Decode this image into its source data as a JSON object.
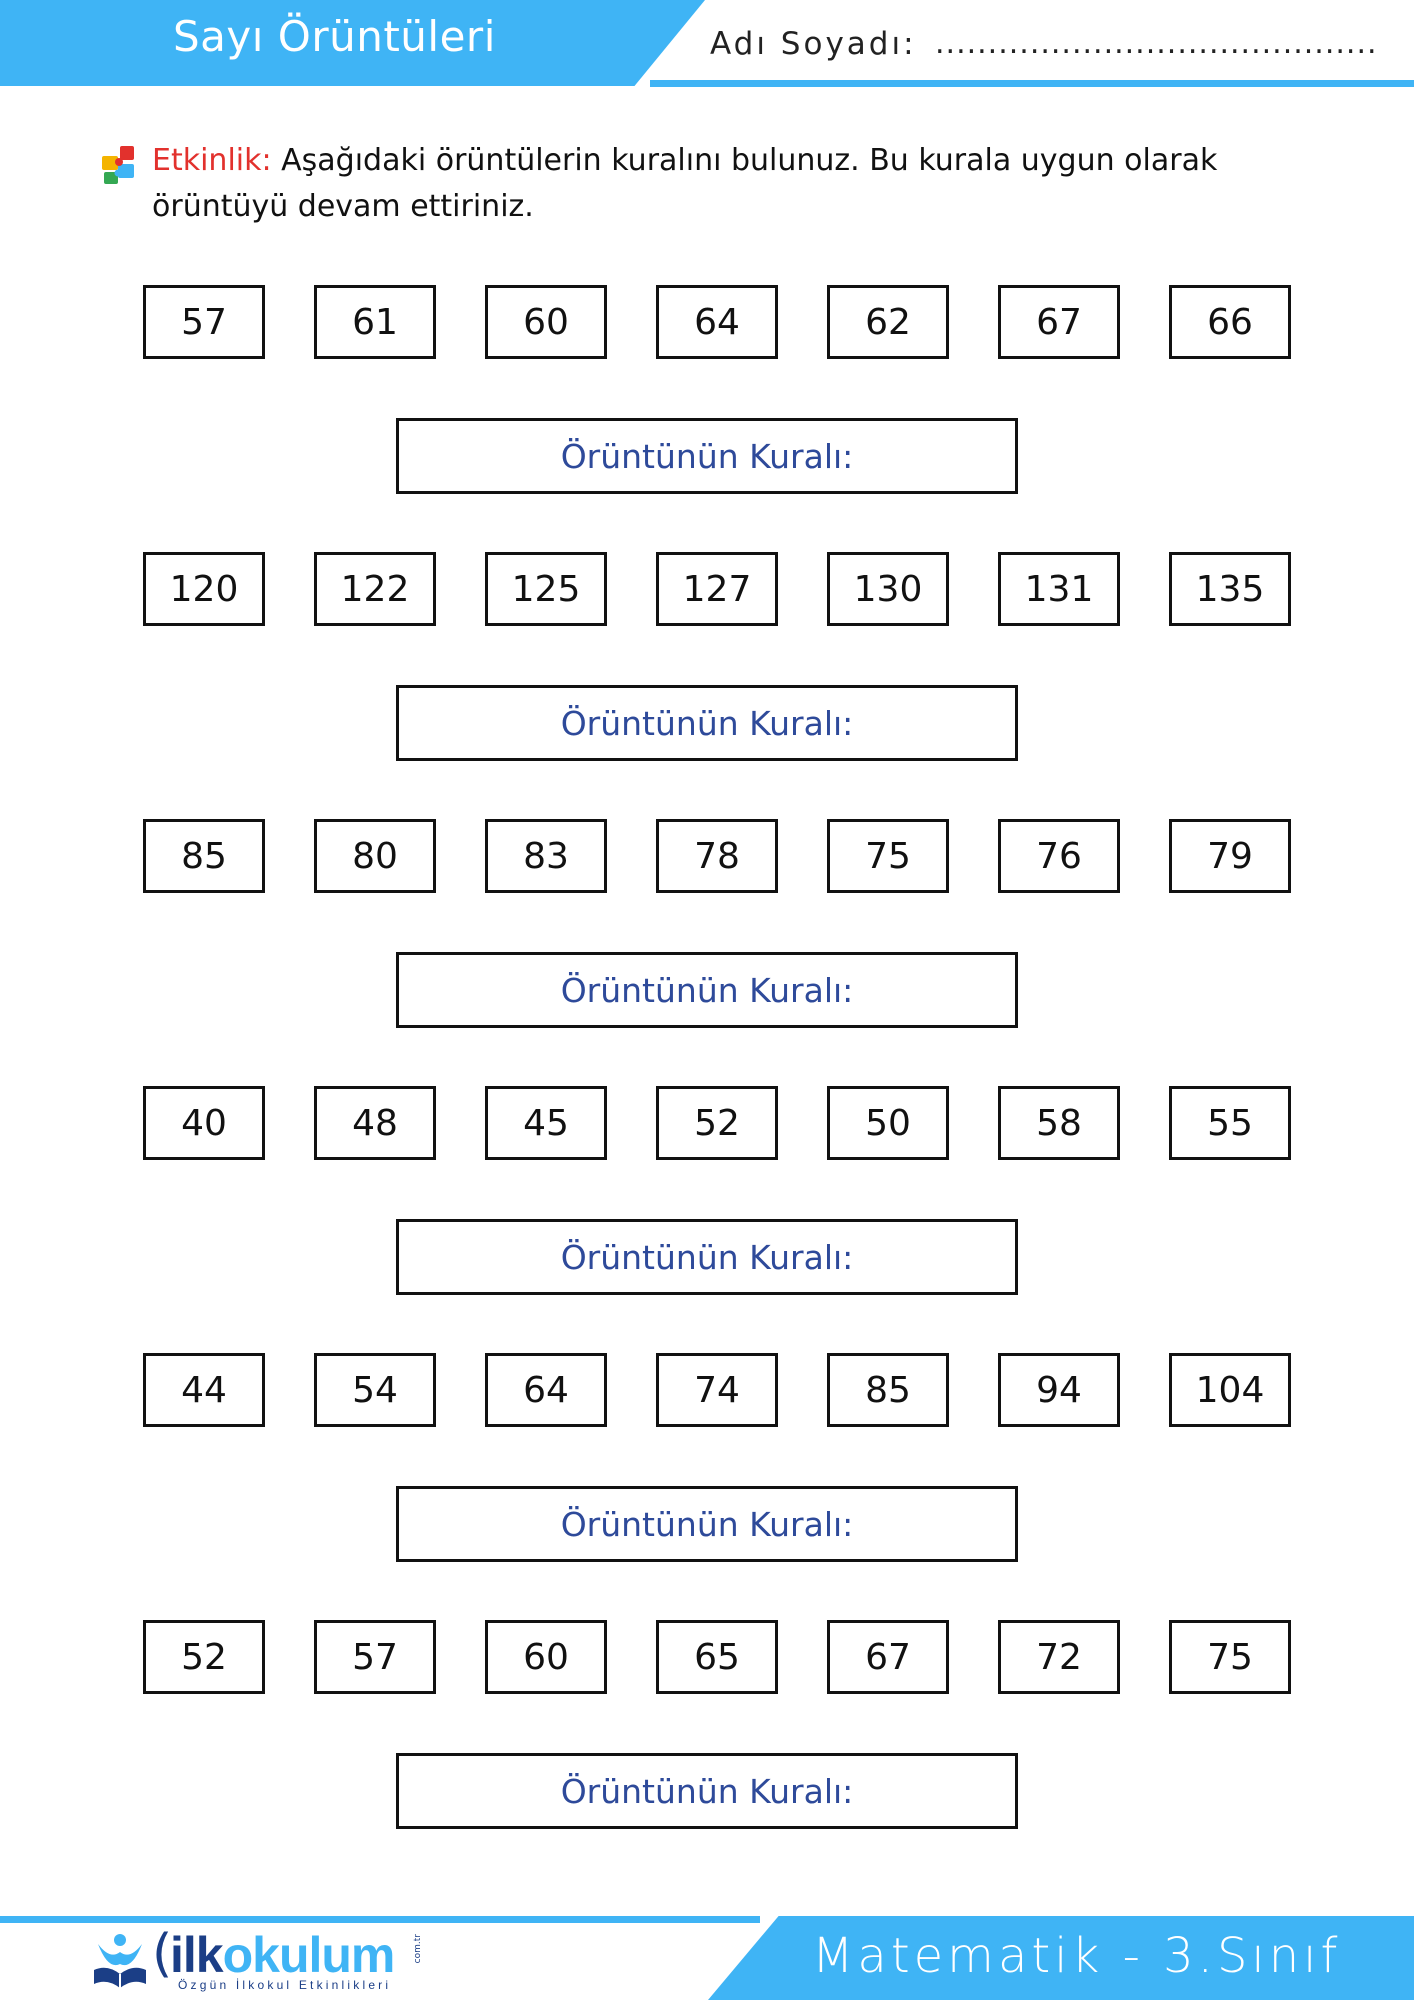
{
  "header": {
    "title": "Sayı Örüntüleri",
    "name_label": "Adı Soyadı:",
    "name_dots": ".........................................."
  },
  "instruction": {
    "label": "Etkinlik:",
    "text": "Aşağıdaki örüntülerin kuralını bulunuz. Bu kurala uygun olarak örüntüyü devam ettiriniz."
  },
  "rule_label": "Örüntünün Kuralı:",
  "patterns": [
    {
      "numbers": [
        "57",
        "61",
        "60",
        "64",
        "62",
        "67",
        "66"
      ]
    },
    {
      "numbers": [
        "120",
        "122",
        "125",
        "127",
        "130",
        "131",
        "135"
      ]
    },
    {
      "numbers": [
        "85",
        "80",
        "83",
        "78",
        "75",
        "76",
        "79"
      ]
    },
    {
      "numbers": [
        "40",
        "48",
        "45",
        "52",
        "50",
        "58",
        "55"
      ]
    },
    {
      "numbers": [
        "44",
        "54",
        "64",
        "74",
        "85",
        "94",
        "104"
      ]
    },
    {
      "numbers": [
        "52",
        "57",
        "60",
        "65",
        "67",
        "72",
        "75"
      ]
    }
  ],
  "footer": {
    "logo_dark": "ilk",
    "logo_light": "okulum",
    "logo_domain": "com.tr",
    "tagline": "Özgün İlkokul Etkinlikleri",
    "subject": "Matematik - 3.Sınıf"
  },
  "colors": {
    "accent_blue": "#3fb4f5",
    "label_red": "#e2312d",
    "rule_text_blue": "#2e4a9a",
    "logo_navy": "#1b3e86"
  },
  "icons": {
    "instruction": "puzzle-icon",
    "logo": "reading-child-book-icon"
  }
}
